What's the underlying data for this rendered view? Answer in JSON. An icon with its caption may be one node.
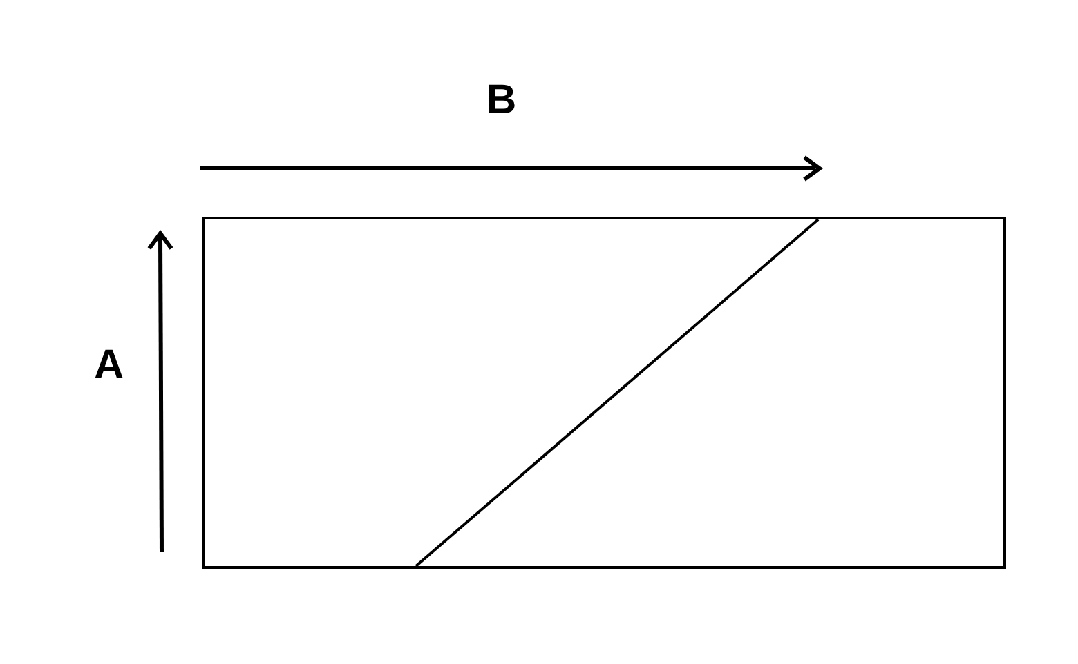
{
  "diagram": {
    "nodes": [
      {
        "text": [],
        "shape": "box"
      }
    ],
    "labels": [
      "B",
      "A"
    ]
  }
}
